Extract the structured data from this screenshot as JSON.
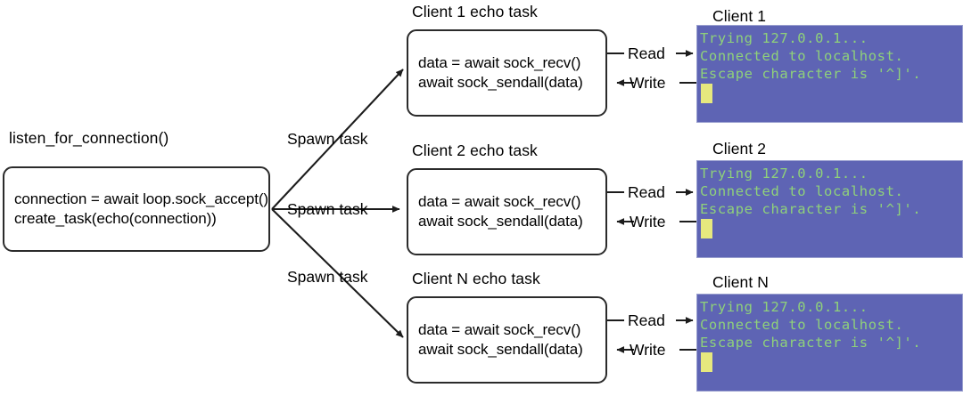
{
  "diagram": {
    "title": "asyncio echo server task fan-out",
    "colors": {
      "line": "#2b2b2b",
      "box_border": "#2b2b2b",
      "terminal_background": "#5e64b4",
      "terminal_text": "#8fd17a",
      "terminal_cursor": "#e6e87e",
      "page_background": "#ffffff"
    }
  },
  "listener": {
    "caption": "listen_for_connection()",
    "code": [
      "connection = await loop.sock_accept()",
      "create_task(echo(connection))"
    ]
  },
  "spawn_labels": [
    "Spawn task",
    "Spawn task",
    "Spawn task"
  ],
  "tasks": [
    {
      "caption": "Client 1 echo task",
      "code": [
        "data = await sock_recv()",
        "await sock_sendall(data)"
      ],
      "read_label": "Read",
      "write_label": "Write"
    },
    {
      "caption": "Client 2 echo task",
      "code": [
        "data = await sock_recv()",
        "await sock_sendall(data)"
      ],
      "read_label": "Read",
      "write_label": "Write"
    },
    {
      "caption": "Client N echo task",
      "code": [
        "data = await sock_recv()",
        "await sock_sendall(data)"
      ],
      "read_label": "Read",
      "write_label": "Write"
    }
  ],
  "terminals": [
    {
      "caption": "Client 1",
      "lines": [
        "Trying 127.0.0.1...",
        "Connected to localhost.",
        "Escape character is '^]'."
      ]
    },
    {
      "caption": "Client 2",
      "lines": [
        "Trying 127.0.0.1...",
        "Connected to localhost.",
        "Escape character is '^]'."
      ]
    },
    {
      "caption": "Client N",
      "lines": [
        "Trying 127.0.0.1...",
        "Connected to localhost.",
        "Escape character is '^]'."
      ]
    }
  ]
}
